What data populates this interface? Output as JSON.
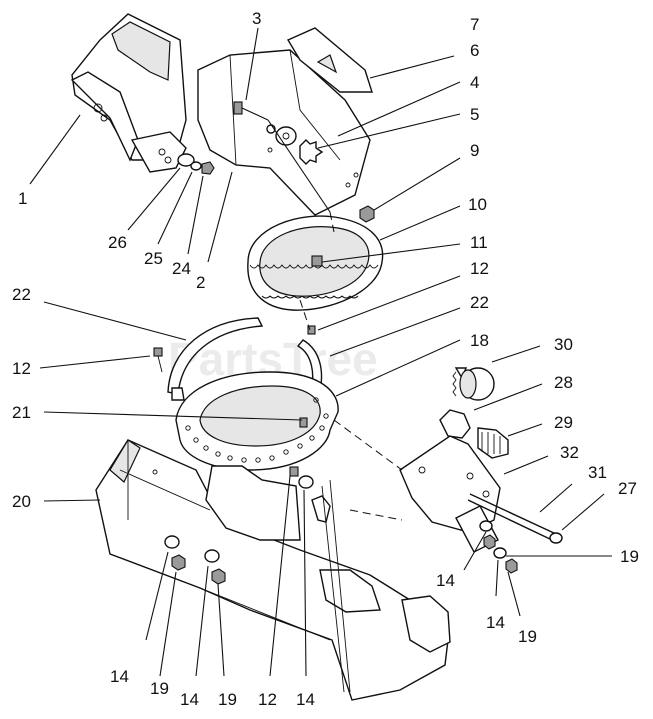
{
  "watermark": "PartsTree",
  "callouts": [
    {
      "id": "c1",
      "text": "1"
    },
    {
      "id": "c2",
      "text": "2"
    },
    {
      "id": "c3",
      "text": "3"
    },
    {
      "id": "c4",
      "text": "4"
    },
    {
      "id": "c5",
      "text": "5"
    },
    {
      "id": "c6",
      "text": "6"
    },
    {
      "id": "c7",
      "text": "7"
    },
    {
      "id": "c9",
      "text": "9"
    },
    {
      "id": "c10",
      "text": "10"
    },
    {
      "id": "c11",
      "text": "11"
    },
    {
      "id": "c12a",
      "text": "12"
    },
    {
      "id": "c12b",
      "text": "12"
    },
    {
      "id": "c12c",
      "text": "12"
    },
    {
      "id": "c14a",
      "text": "14"
    },
    {
      "id": "c14b",
      "text": "14"
    },
    {
      "id": "c14c",
      "text": "14"
    },
    {
      "id": "c14d",
      "text": "14"
    },
    {
      "id": "c14e",
      "text": "14"
    },
    {
      "id": "c18",
      "text": "18"
    },
    {
      "id": "c19a",
      "text": "19"
    },
    {
      "id": "c19b",
      "text": "19"
    },
    {
      "id": "c19c",
      "text": "19"
    },
    {
      "id": "c19d",
      "text": "19"
    },
    {
      "id": "c20",
      "text": "20"
    },
    {
      "id": "c21",
      "text": "21"
    },
    {
      "id": "c22a",
      "text": "22"
    },
    {
      "id": "c22b",
      "text": "22"
    },
    {
      "id": "c24",
      "text": "24"
    },
    {
      "id": "c25",
      "text": "25"
    },
    {
      "id": "c26",
      "text": "26"
    },
    {
      "id": "c27",
      "text": "27"
    },
    {
      "id": "c28",
      "text": "28"
    },
    {
      "id": "c29",
      "text": "29"
    },
    {
      "id": "c30",
      "text": "30"
    },
    {
      "id": "c31",
      "text": "31"
    },
    {
      "id": "c32",
      "text": "32"
    }
  ]
}
